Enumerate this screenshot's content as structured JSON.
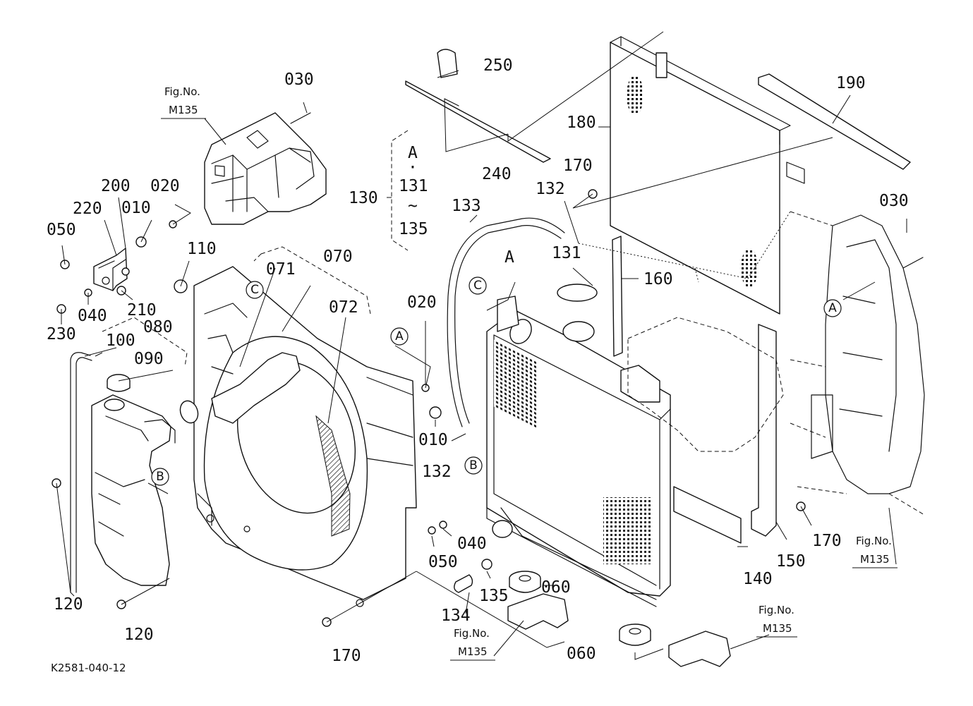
{
  "drawing_id": "K2581-040-12",
  "fig_ref": {
    "line1": "Fig.No.",
    "line2": "M135"
  },
  "part_numbers": {
    "p010a": "010",
    "p010b": "010",
    "p020a": "020",
    "p020b": "020",
    "p030a": "030",
    "p030b": "030",
    "p040a": "040",
    "p040b": "040",
    "p050a": "050",
    "p050b": "050",
    "p060a": "060",
    "p060b": "060",
    "p070": "070",
    "p071": "071",
    "p072": "072",
    "p080": "080",
    "p090": "090",
    "p100": "100",
    "p110": "110",
    "p120a": "120",
    "p120b": "120",
    "p130": "130",
    "p131": "131",
    "p132a": "132",
    "p132b": "132",
    "p133": "133",
    "p134": "134",
    "p135": "135",
    "p140": "140",
    "p150": "150",
    "p160": "160",
    "p170a": "170",
    "p170b": "170",
    "p170c": "170",
    "p180": "180",
    "p190": "190",
    "p200": "200",
    "p210": "210",
    "p220": "220",
    "p230": "230",
    "p240": "240",
    "p250": "250"
  },
  "group_bracket": {
    "line1": "A",
    "line2": "·",
    "line3": "131",
    "line4": "~",
    "line5": "135"
  },
  "reference_marks": {
    "a": "A",
    "b": "B",
    "c": "C"
  }
}
